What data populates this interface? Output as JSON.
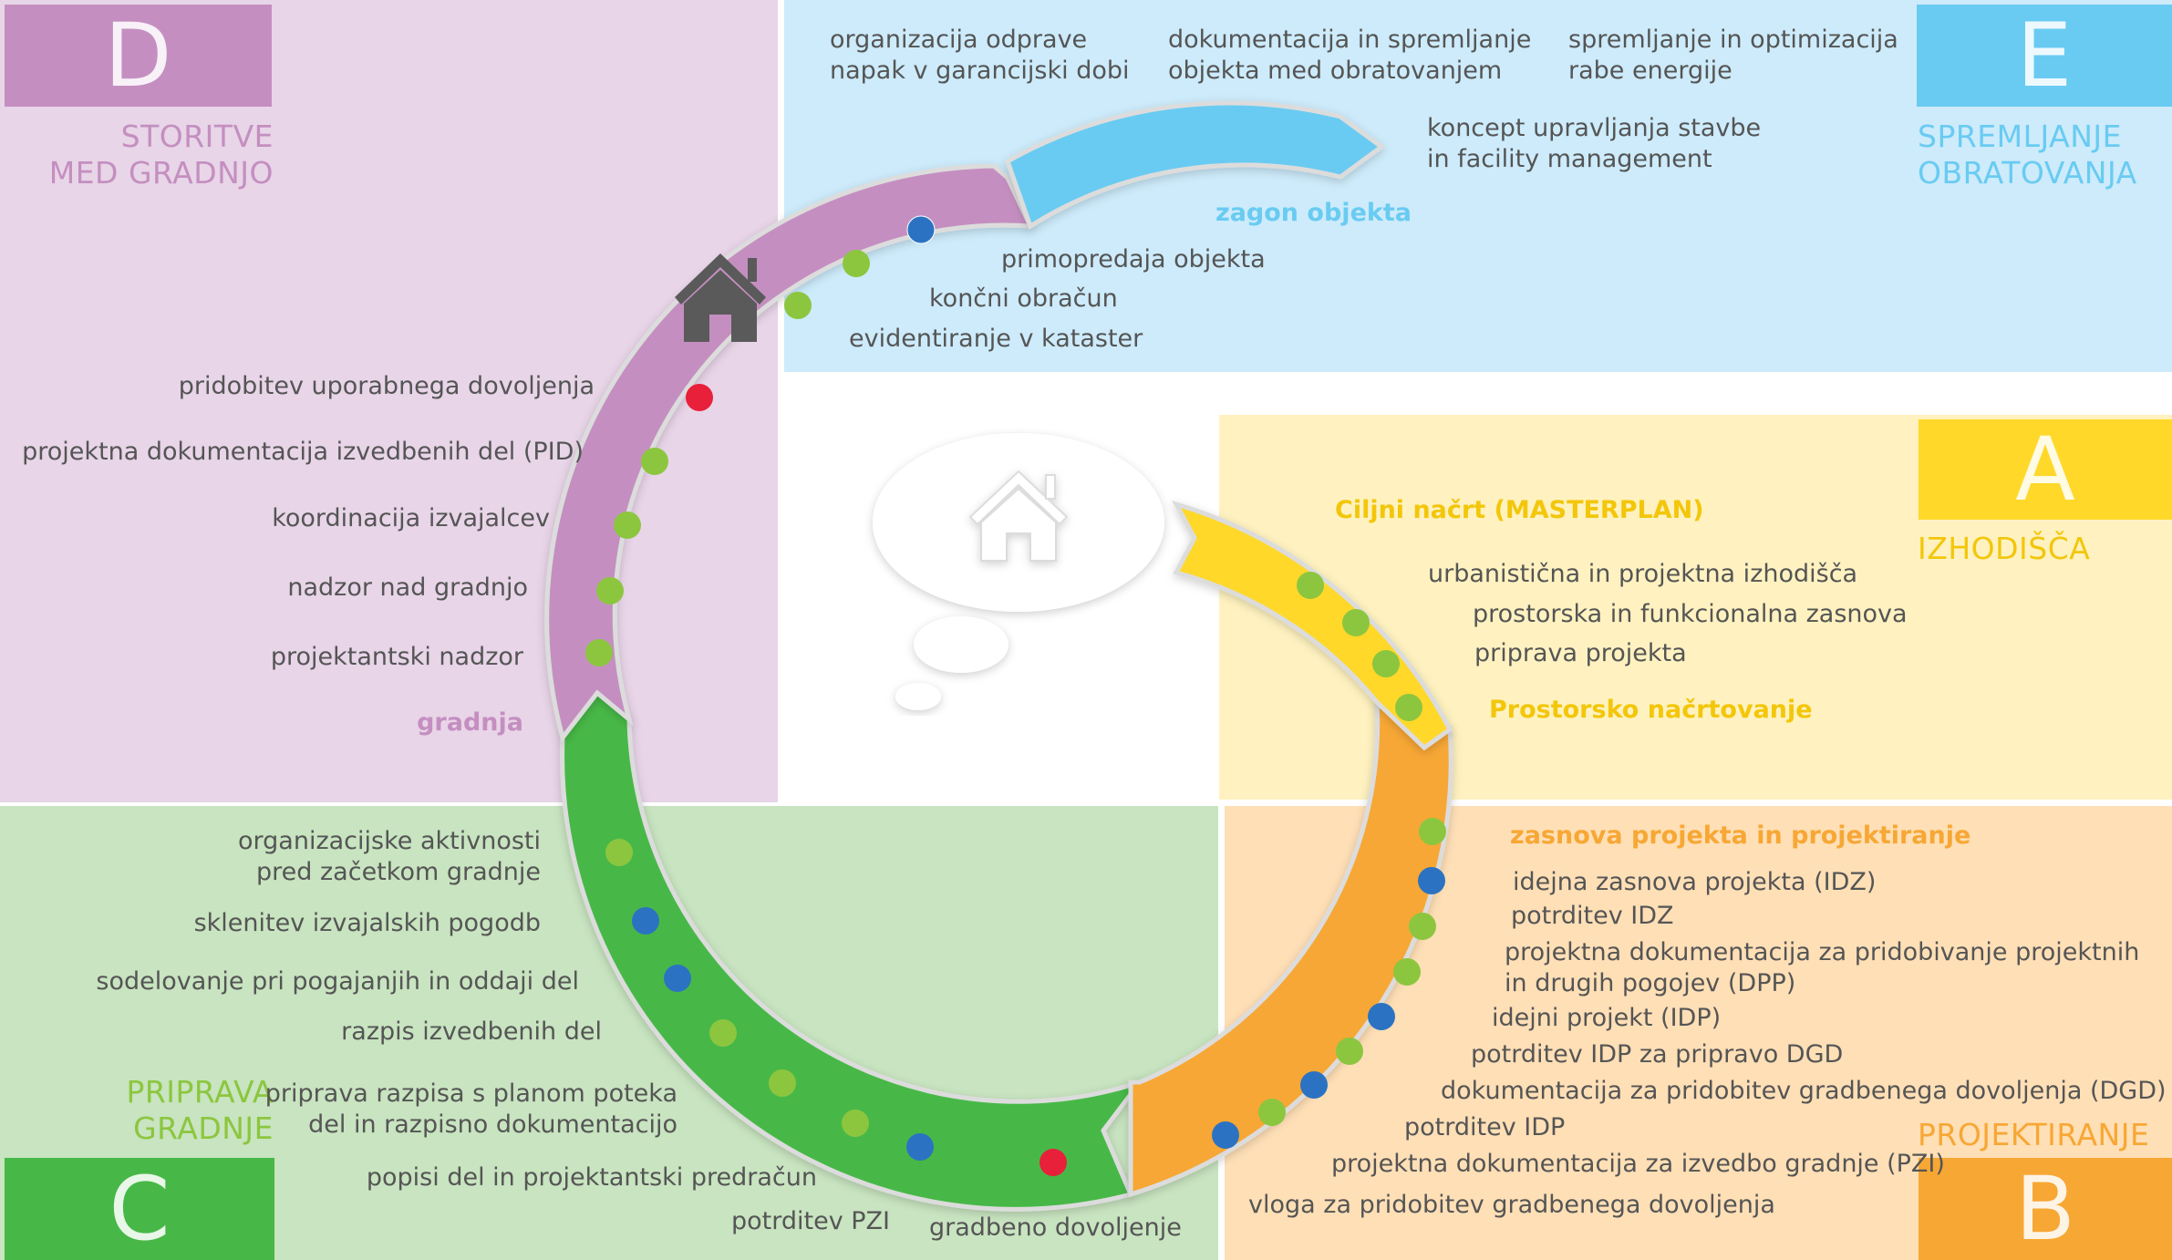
{
  "colors": {
    "purple": "#c48fc0",
    "purple_bg": "#e8d5e8",
    "blue": "#69cbf2",
    "blue_bg": "#cdebfb",
    "yellow": "#ffd82a",
    "yellow_bg": "#fff2c0",
    "orange": "#f7a734",
    "orange_bg": "#ffdfb6",
    "green": "#47b847",
    "green_bg": "#c8e4c0",
    "dot_green": "#8cc63f",
    "dot_blue": "#2b73c2",
    "dot_red": "#e8203a",
    "text": "#555555"
  },
  "phases": {
    "d": {
      "letter": "D",
      "title1": "STORITVE",
      "title2": "MED GRADNJO"
    },
    "e": {
      "letter": "E",
      "title1": "SPREMLJANJE",
      "title2": "OBRATOVANJA"
    },
    "a": {
      "letter": "A",
      "title1": "IZHODIŠČA"
    },
    "b": {
      "letter": "B",
      "title1": "PROJEKTIRANJE"
    },
    "c": {
      "letter": "C",
      "title1": "PRIPRAVA",
      "title2": "GRADNJE"
    }
  },
  "labels": {
    "e1a": "organizacija odprave",
    "e1b": "napak v garancijski dobi",
    "e2a": "dokumentacija in spremljanje",
    "e2b": "objekta med obratovanjem",
    "e3a": "spremljanje in optimizacija",
    "e3b": "rabe energije",
    "e4a": "koncept upravljanja stavbe",
    "e4b": "in facility management",
    "zagon": "zagon objekta",
    "prim": "primopredaja objekta",
    "konc": "končni obračun",
    "evid": "evidentiranje v kataster",
    "d1": "pridobitev uporabnega dovoljenja",
    "d2": "projektna dokumentacija izvedbenih del (PID)",
    "d3": "koordinacija izvajalcev",
    "d4": "nadzor nad gradnjo",
    "d5": "projektantski nadzor",
    "gradnja": "gradnja",
    "a_head": "Ciljni načrt (MASTERPLAN)",
    "a1": "urbanistična in projektna izhodišča",
    "a2": "prostorska in funkcionalna zasnova",
    "a3": "priprava projekta",
    "a_head2": "Prostorsko načrtovanje",
    "b_head": "zasnova projekta in projektiranje",
    "b1": "idejna zasnova projekta (IDZ)",
    "b2": "potrditev IDZ",
    "b3a": "projektna dokumentacija za pridobivanje projektnih",
    "b3b": "in drugih pogojev (DPP)",
    "b4": "idejni projekt (IDP)",
    "b5": "potrditev IDP za pripravo DGD",
    "b6": "dokumentacija za pridobitev gradbenega dovoljenja (DGD)",
    "b7": "potrditev IDP",
    "b8": "projektna dokumentacija za izvedbo gradnje (PZI)",
    "b9": "vloga za pridobitev gradbenega dovoljenja",
    "c1a": "organizacijske aktivnosti",
    "c1b": "pred začetkom gradnje",
    "c2": "sklenitev izvajalskih pogodb",
    "c3": "sodelovanje pri pogajanjih in oddaji del",
    "c4": "razpis izvedbenih del",
    "c5a": "priprava razpisa s planom poteka",
    "c5b": "del in razpisno dokumentacijo",
    "c6": "popisi del in projektantski predračun",
    "c7": "potrditev PZI",
    "c8": "gradbeno dovoljenje"
  },
  "icons": {
    "house_dark": "house-icon",
    "house_white": "house-icon",
    "thought_bubble": "thought-bubble-icon"
  }
}
